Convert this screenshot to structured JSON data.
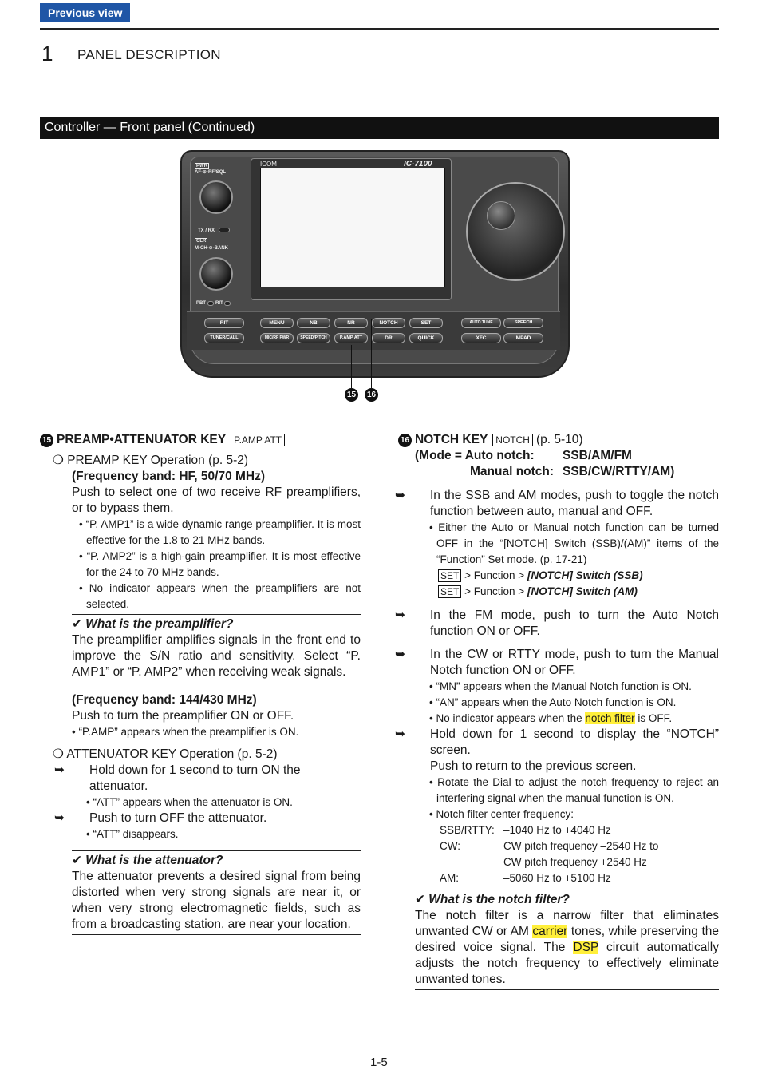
{
  "header": {
    "prev_button": "Previous view",
    "chapter_num": "1",
    "chapter_title": "PANEL DESCRIPTION",
    "section_title": "Controller — Front panel (Continued)"
  },
  "radio": {
    "logo": "ICOM",
    "model": "IC-7100",
    "labels": {
      "pwr": "PWR",
      "af_rf": "AF-⊕-RF/SQL",
      "txrx": "TX / RX",
      "clr": "CLR",
      "mch_bank": "M-CH-⊕-BANK",
      "pbt": "PBT",
      "rit_small": "RIT"
    },
    "keys_row1": [
      "RIT",
      "MENU",
      "NB",
      "NR",
      "NOTCH",
      "SET",
      "AUTO TUNE",
      "SPEECH"
    ],
    "keys_row2": [
      "TUNER/CALL",
      "MIC/RF PWR",
      "SPEED/PITCH",
      "P.AMP ATT",
      "DR",
      "QUICK",
      "XFC",
      "MPAD"
    ],
    "callouts": [
      "15",
      "16"
    ]
  },
  "left": {
    "title": "PREAMP•ATTENUATOR KEY",
    "title_key": "P.AMP ATT",
    "title_num": "15",
    "preamp_op": "❍ PREAMP KEY Operation (p. 5-2)",
    "band1": "(Frequency band: HF, 50/70 MHz)",
    "band1_text": "Push to select one of two receive RF preamplifiers, or to bypass them.",
    "bullets1": [
      "• “P. AMP1” is a wide dynamic range preamplifier. It is most effective for the 1.8 to 21 MHz bands.",
      "• “P. AMP2” is a high-gain preamplifier. It is most effective for the 24 to 70 MHz bands.",
      "• No indicator appears when the preamplifiers are not selected."
    ],
    "note1_title": "✔ What is the preamplifier?",
    "note1_text": "The preamplifier amplifies signals in the front end to improve the S/N ratio and sensitivity. Select “P. AMP1” or “P. AMP2” when receiving weak signals.",
    "band2": "(Frequency band: 144/430 MHz)",
    "band2_text": "Push to turn the preamplifier ON or OFF.",
    "band2_bullet": "• “P.AMP” appears when the preamplifier is ON.",
    "att_op": "❍ ATTENUATOR KEY Operation (p. 5-2)",
    "att_item1": "Hold down for 1 second to turn ON the attenuator.",
    "att_bullet1": "• “ATT” appears when the attenuator is ON.",
    "att_item2": "Push to turn OFF the attenuator.",
    "att_bullet2": "• “ATT” disappears.",
    "note2_title": "✔ What is the attenuator?",
    "note2_text": "The attenuator prevents a desired signal from being distorted when very strong signals are near it, or when very strong electromagnetic fields, such as from a broadcasting station, are near your location."
  },
  "right": {
    "title": "NOTCH KEY",
    "title_key": "NOTCH",
    "title_ref": "(p. 5-10)",
    "title_num": "16",
    "mode_auto_label": "(Mode = Auto notch:",
    "mode_auto_val": "SSB/AM/FM",
    "mode_manual_label": "Manual notch:",
    "mode_manual_val": "SSB/CW/RTTY/AM)",
    "item1": "In the SSB and AM modes, push to toggle the notch function between auto, manual and OFF.",
    "item1_bullet": "• Either the Auto or Manual notch function can be turned OFF in the “[NOTCH] Switch (SSB)/(AM)” items of the “Function” Set mode. (p. 17-21)",
    "set_key": "SET",
    "path1_pre": " > Function > ",
    "path1_b": "[NOTCH] Switch (SSB)",
    "path2_b": "[NOTCH] Switch (AM)",
    "item2": "In the FM mode, push to turn the Auto Notch function ON or OFF.",
    "item3": "In the CW or RTTY mode, push to turn the Manual Notch function ON or OFF.",
    "item3_b1": "• “MN” appears when the Manual Notch function is ON.",
    "item3_b2": "• “AN” appears when the Auto Notch function is ON.",
    "item3_b3_pre": "• No indicator appears when the ",
    "item3_b3_hl": "notch filter",
    "item3_b3_post": " is OFF.",
    "item4": "Hold down for 1 second to display the “NOTCH” screen.",
    "item4_line2": "Push to return to the previous screen.",
    "item4_b1": "• Rotate the Dial to adjust the notch frequency to reject an interfering signal when the manual function is ON.",
    "item4_b2": "• Notch filter center frequency:",
    "freq": [
      {
        "mode": "SSB/RTTY:",
        "val": "–1040 Hz to +4040 Hz"
      },
      {
        "mode": "CW:",
        "val": "CW pitch frequency –2540 Hz to"
      },
      {
        "mode": "",
        "val": "CW pitch frequency +2540 Hz"
      },
      {
        "mode": "AM:",
        "val": "–5060 Hz to +5100 Hz"
      }
    ],
    "note_title": "✔ What is the notch filter?",
    "note_p1": "The notch filter is a narrow filter that eliminates unwanted CW or AM ",
    "note_hl1": "carrier",
    "note_p2": " tones, while preserving the desired voice signal. The ",
    "note_hl2": "DSP",
    "note_p3": " circuit automatically adjusts the notch frequency to effectively eliminate unwanted tones."
  },
  "footer": {
    "page": "1-5"
  }
}
